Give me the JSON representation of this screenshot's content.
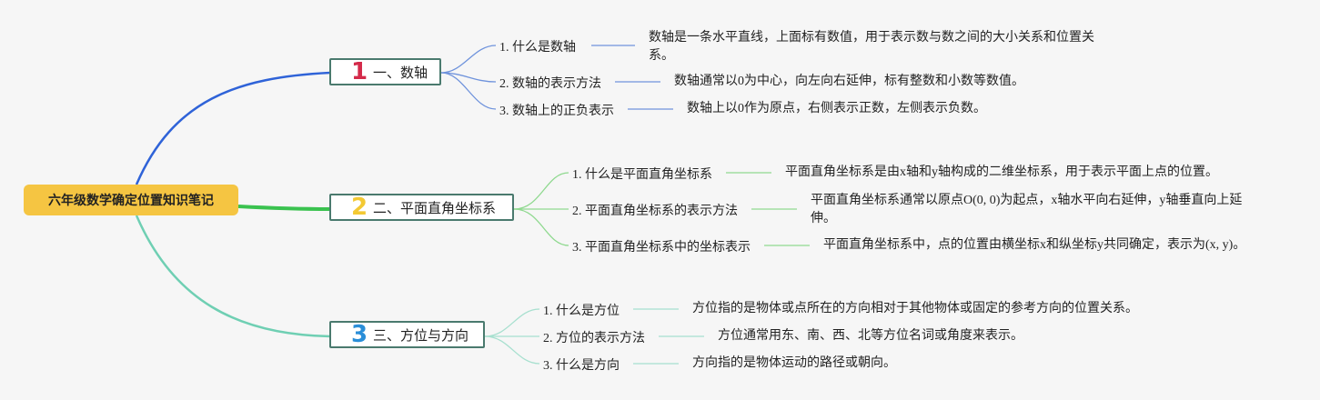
{
  "root": {
    "title": "六年级数学确定位置知识笔记"
  },
  "colors": {
    "branch1": "#2f63d8",
    "branch2": "#3ac24f",
    "branch3": "#6fcfb3",
    "sub1": "#6f93dc",
    "sub2": "#8fd98f",
    "sub3": "#a7e0cf"
  },
  "branches": [
    {
      "num": "1",
      "num_color": "#d42a4a",
      "label": "一、数轴",
      "items": [
        {
          "label": "1. 什么是数轴",
          "desc": "数轴是一条水平直线，上面标有数值，用于表示数与数之间的大小关系和位置关系。"
        },
        {
          "label": "2. 数轴的表示方法",
          "desc": "数轴通常以0为中心，向左向右延伸，标有整数和小数等数值。"
        },
        {
          "label": "3. 数轴上的正负表示",
          "desc": "数轴上以0作为原点，右侧表示正数，左侧表示负数。"
        }
      ]
    },
    {
      "num": "2",
      "num_color": "#f3c933",
      "label": "二、平面直角坐标系",
      "items": [
        {
          "label": "1. 什么是平面直角坐标系",
          "desc": "平面直角坐标系是由x轴和y轴构成的二维坐标系，用于表示平面上点的位置。"
        },
        {
          "label": "2. 平面直角坐标系的表示方法",
          "desc": "平面直角坐标系通常以原点O(0, 0)为起点，x轴水平向右延伸，y轴垂直向上延伸。"
        },
        {
          "label": "3. 平面直角坐标系中的坐标表示",
          "desc": "平面直角坐标系中，点的位置由横坐标x和纵坐标y共同确定，表示为(x, y)。"
        }
      ]
    },
    {
      "num": "3",
      "num_color": "#2a8ed8",
      "label": "三、方位与方向",
      "items": [
        {
          "label": "1. 什么是方位",
          "desc": "方位指的是物体或点所在的方向相对于其他物体或固定的参考方向的位置关系。"
        },
        {
          "label": "2. 方位的表示方法",
          "desc": "方位通常用东、南、西、北等方位名词或角度来表示。"
        },
        {
          "label": "3. 什么是方向",
          "desc": "方向指的是物体运动的路径或朝向。"
        }
      ]
    }
  ]
}
